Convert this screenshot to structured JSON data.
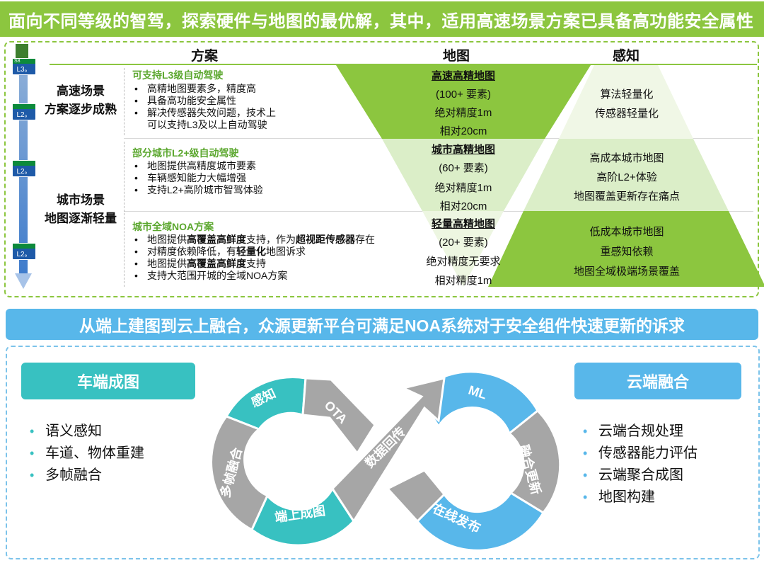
{
  "banner_top": "面向不同等级的智驾，探索硬件与地图的最优解，其中，适用高速场景方案已具备高功能安全属性",
  "headers": {
    "plan": "方案",
    "map": "地图",
    "perception": "感知"
  },
  "level_signs": [
    "L3。",
    "L2。",
    "L2。",
    "L2。"
  ],
  "level_sign_top": "S8",
  "scenes": [
    {
      "line1": "高速场景",
      "line2": "方案逐步成熟"
    },
    {
      "line1": "城市场景",
      "line2": "地图逐渐轻量"
    }
  ],
  "plans": [
    {
      "title": "可支持L3级自动驾驶",
      "items": [
        "高精地图要素多，精度高",
        "具备高功能安全属性",
        "解决传感器失效问题，技术上"
      ],
      "continuation": "可以支持L3及以上自动驾驶"
    },
    {
      "title": "部分城市L2+级自动驾驶",
      "items": [
        "地图提供高精度城市要素",
        "车辆感知能力大幅增强",
        "支持L2+高阶城市智驾体验"
      ]
    },
    {
      "title": "城市全域NOA方案",
      "item1": {
        "a": "地图提供",
        "b": "高覆盖高鲜度",
        "c": "支持，作为",
        "d": "超视距传感器",
        "e": "存在"
      },
      "item2": {
        "a": "对精度依赖降低，有",
        "b": "轻量化",
        "c": "地图诉求"
      },
      "item3": {
        "a": "地图提供",
        "b": "高覆盖高鲜度",
        "c": "支持"
      },
      "item4": "支持大范围开城的全域NOA方案"
    }
  ],
  "maps": [
    {
      "title": "高速高精地图",
      "lines": [
        "(100+ 要素)",
        "绝对精度1m",
        "相对20cm"
      ]
    },
    {
      "title": "城市高精地图",
      "lines": [
        "(60+ 要素)",
        "绝对精度1m",
        "相对20cm"
      ]
    },
    {
      "title": "轻量高精地图",
      "lines": [
        "(20+ 要素)",
        "绝对精度无要求",
        "相对精度1m"
      ]
    }
  ],
  "perceptions": [
    [
      "算法轻量化",
      "传感器轻量化"
    ],
    [
      "高成本城市地图",
      "高阶L2+体验",
      "地图覆盖更新存在痛点"
    ],
    [
      "低成本城市地图",
      "重感知依赖",
      "地图全域极端场景覆盖"
    ]
  ],
  "banner_mid": "从端上建图到云上融合，众源更新平台可满足NOA系统对于安全组件快速更新的诉求",
  "vehicle": {
    "title": "车端成图",
    "items": [
      "语义感知",
      "车道、物体重建",
      "多帧融合"
    ]
  },
  "cloud": {
    "title": "云端融合",
    "items": [
      "云端合规处理",
      "传感器能力评估",
      "云端聚合成图",
      "地图构建"
    ]
  },
  "loop": {
    "perception": "感知",
    "ota": "OTA",
    "multi_frame": "多帧融合",
    "edge_map": "端上成图",
    "data_return": "数据回传",
    "ml": "ML",
    "fusion_update": "融合更新",
    "online_release": "在线发布"
  },
  "colors": {
    "green": "#8cc63f",
    "teal": "#38c1c1",
    "blue": "#58b7ea",
    "gray": "#a6a6a6",
    "dark_blue": "#1e5aa8"
  }
}
